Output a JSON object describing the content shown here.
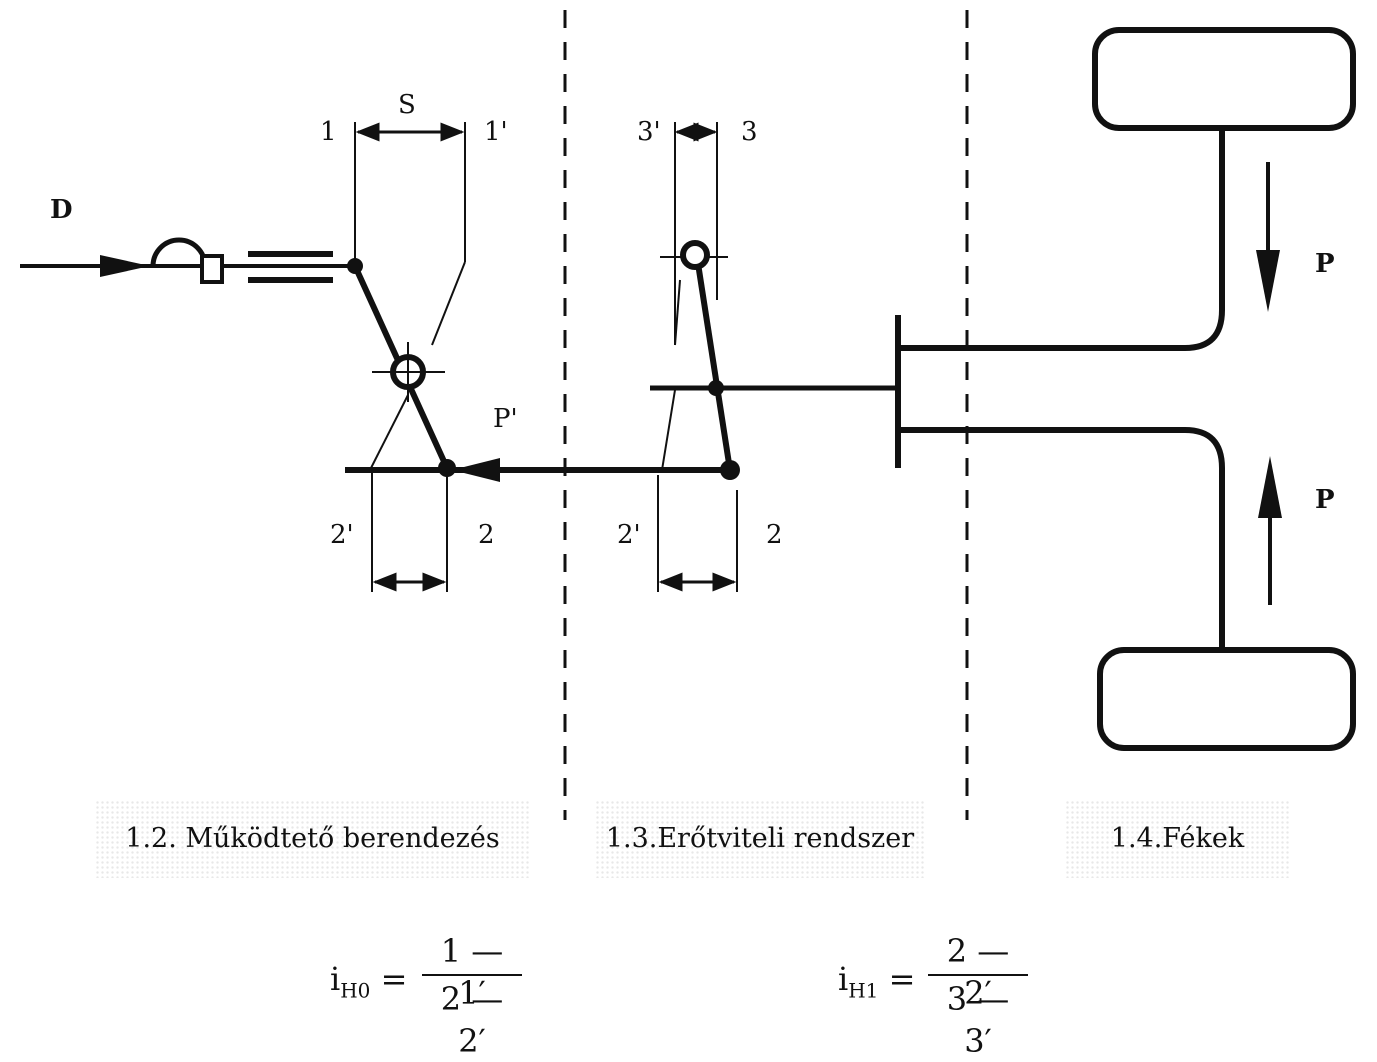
{
  "labels": {
    "input": "D",
    "stroke": "S",
    "pos_1": "1",
    "pos_1p": "1'",
    "pos_3p": "3'",
    "pos_3": "3",
    "force_p_prime": "P'",
    "pos_2p_left": "2'",
    "pos_2_left": "2",
    "pos_2p_mid": "2'",
    "pos_2_mid": "2",
    "force_p_top": "P",
    "force_p_bottom": "P"
  },
  "sections": [
    {
      "caption": "1.2. Működtető berendezés"
    },
    {
      "caption": "1.3.Erőtviteli rendszer"
    },
    {
      "caption": "1.4.Fékek"
    }
  ],
  "formulas": [
    {
      "lhs": "i",
      "sub": "H0",
      "eq": "=",
      "numerator": "1 — 1′",
      "denominator": "2 — 2′"
    },
    {
      "lhs": "i",
      "sub": "H1",
      "eq": "=",
      "numerator": "2 — 2′",
      "denominator": "3 — 3′"
    }
  ],
  "colors": {
    "ink": "#111111",
    "paper": "#ffffff"
  }
}
